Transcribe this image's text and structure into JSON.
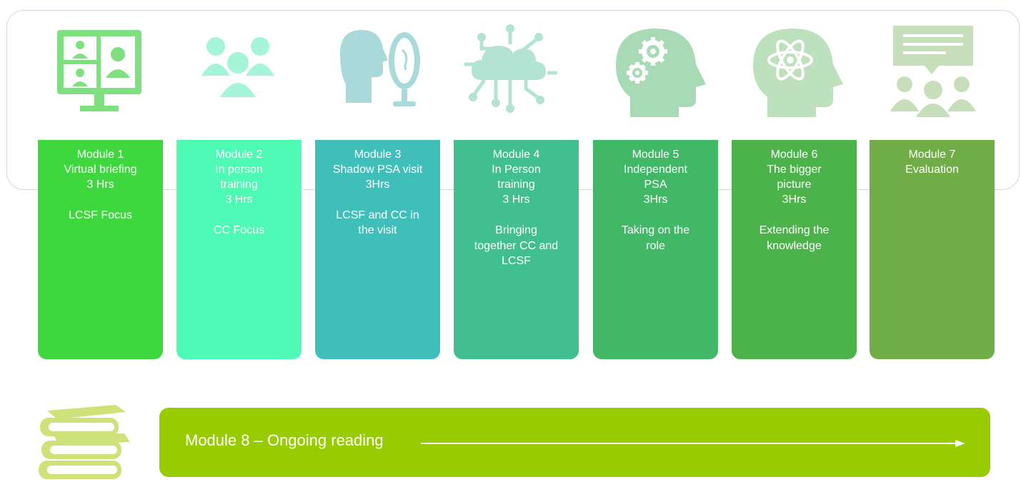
{
  "colors": {
    "frame_border": "#d3d8e4",
    "bar": "#99cc00",
    "books_icon": "#cfe27a"
  },
  "modules": [
    {
      "title": "Module 1",
      "lines": [
        "Virtual briefing",
        "3 Hrs",
        "",
        "LCSF Focus"
      ],
      "color": "#3ed83e",
      "icon": "video-conference-icon",
      "icon_color": "#7ee07e"
    },
    {
      "title": "Module 2",
      "lines": [
        "In person",
        "training",
        "3 Hrs",
        "",
        "CC Focus"
      ],
      "color": "#4dfbb5",
      "icon": "group-people-icon",
      "icon_color": "#a6f5d9"
    },
    {
      "title": "Module 3",
      "lines": [
        "Shadow PSA visit",
        "3Hrs",
        "",
        "LCSF and CC in",
        "the visit"
      ],
      "color": "#40bfba",
      "icon": "head-mirror-icon",
      "icon_color": "#a9d9d9"
    },
    {
      "title": "Module 4",
      "lines": [
        "In Person",
        "training",
        "3 Hrs",
        "",
        "Bringing",
        "together CC and",
        "LCSF"
      ],
      "color": "#41bf90",
      "icon": "cloud-network-icon",
      "icon_color": "#b3e3d3"
    },
    {
      "title": "Module 5",
      "lines": [
        "Independent",
        "PSA",
        "3Hrs",
        "",
        "Taking on the",
        "role"
      ],
      "color": "#40b866",
      "icon": "head-gears-icon",
      "icon_color": "#a8dab5"
    },
    {
      "title": "Module 6",
      "lines": [
        "The bigger",
        "picture",
        "3Hrs",
        "",
        "Extending the",
        "knowledge"
      ],
      "color": "#4cb34b",
      "icon": "head-atom-icon",
      "icon_color": "#bde0bd"
    },
    {
      "title": "Module 7",
      "lines": [
        "Evaluation"
      ],
      "color": "#70ad47",
      "icon": "presentation-audience-icon",
      "icon_color": "#c6dfba"
    }
  ],
  "bar": {
    "label": "Module 8 – Ongoing reading",
    "icon": "books-icon"
  }
}
